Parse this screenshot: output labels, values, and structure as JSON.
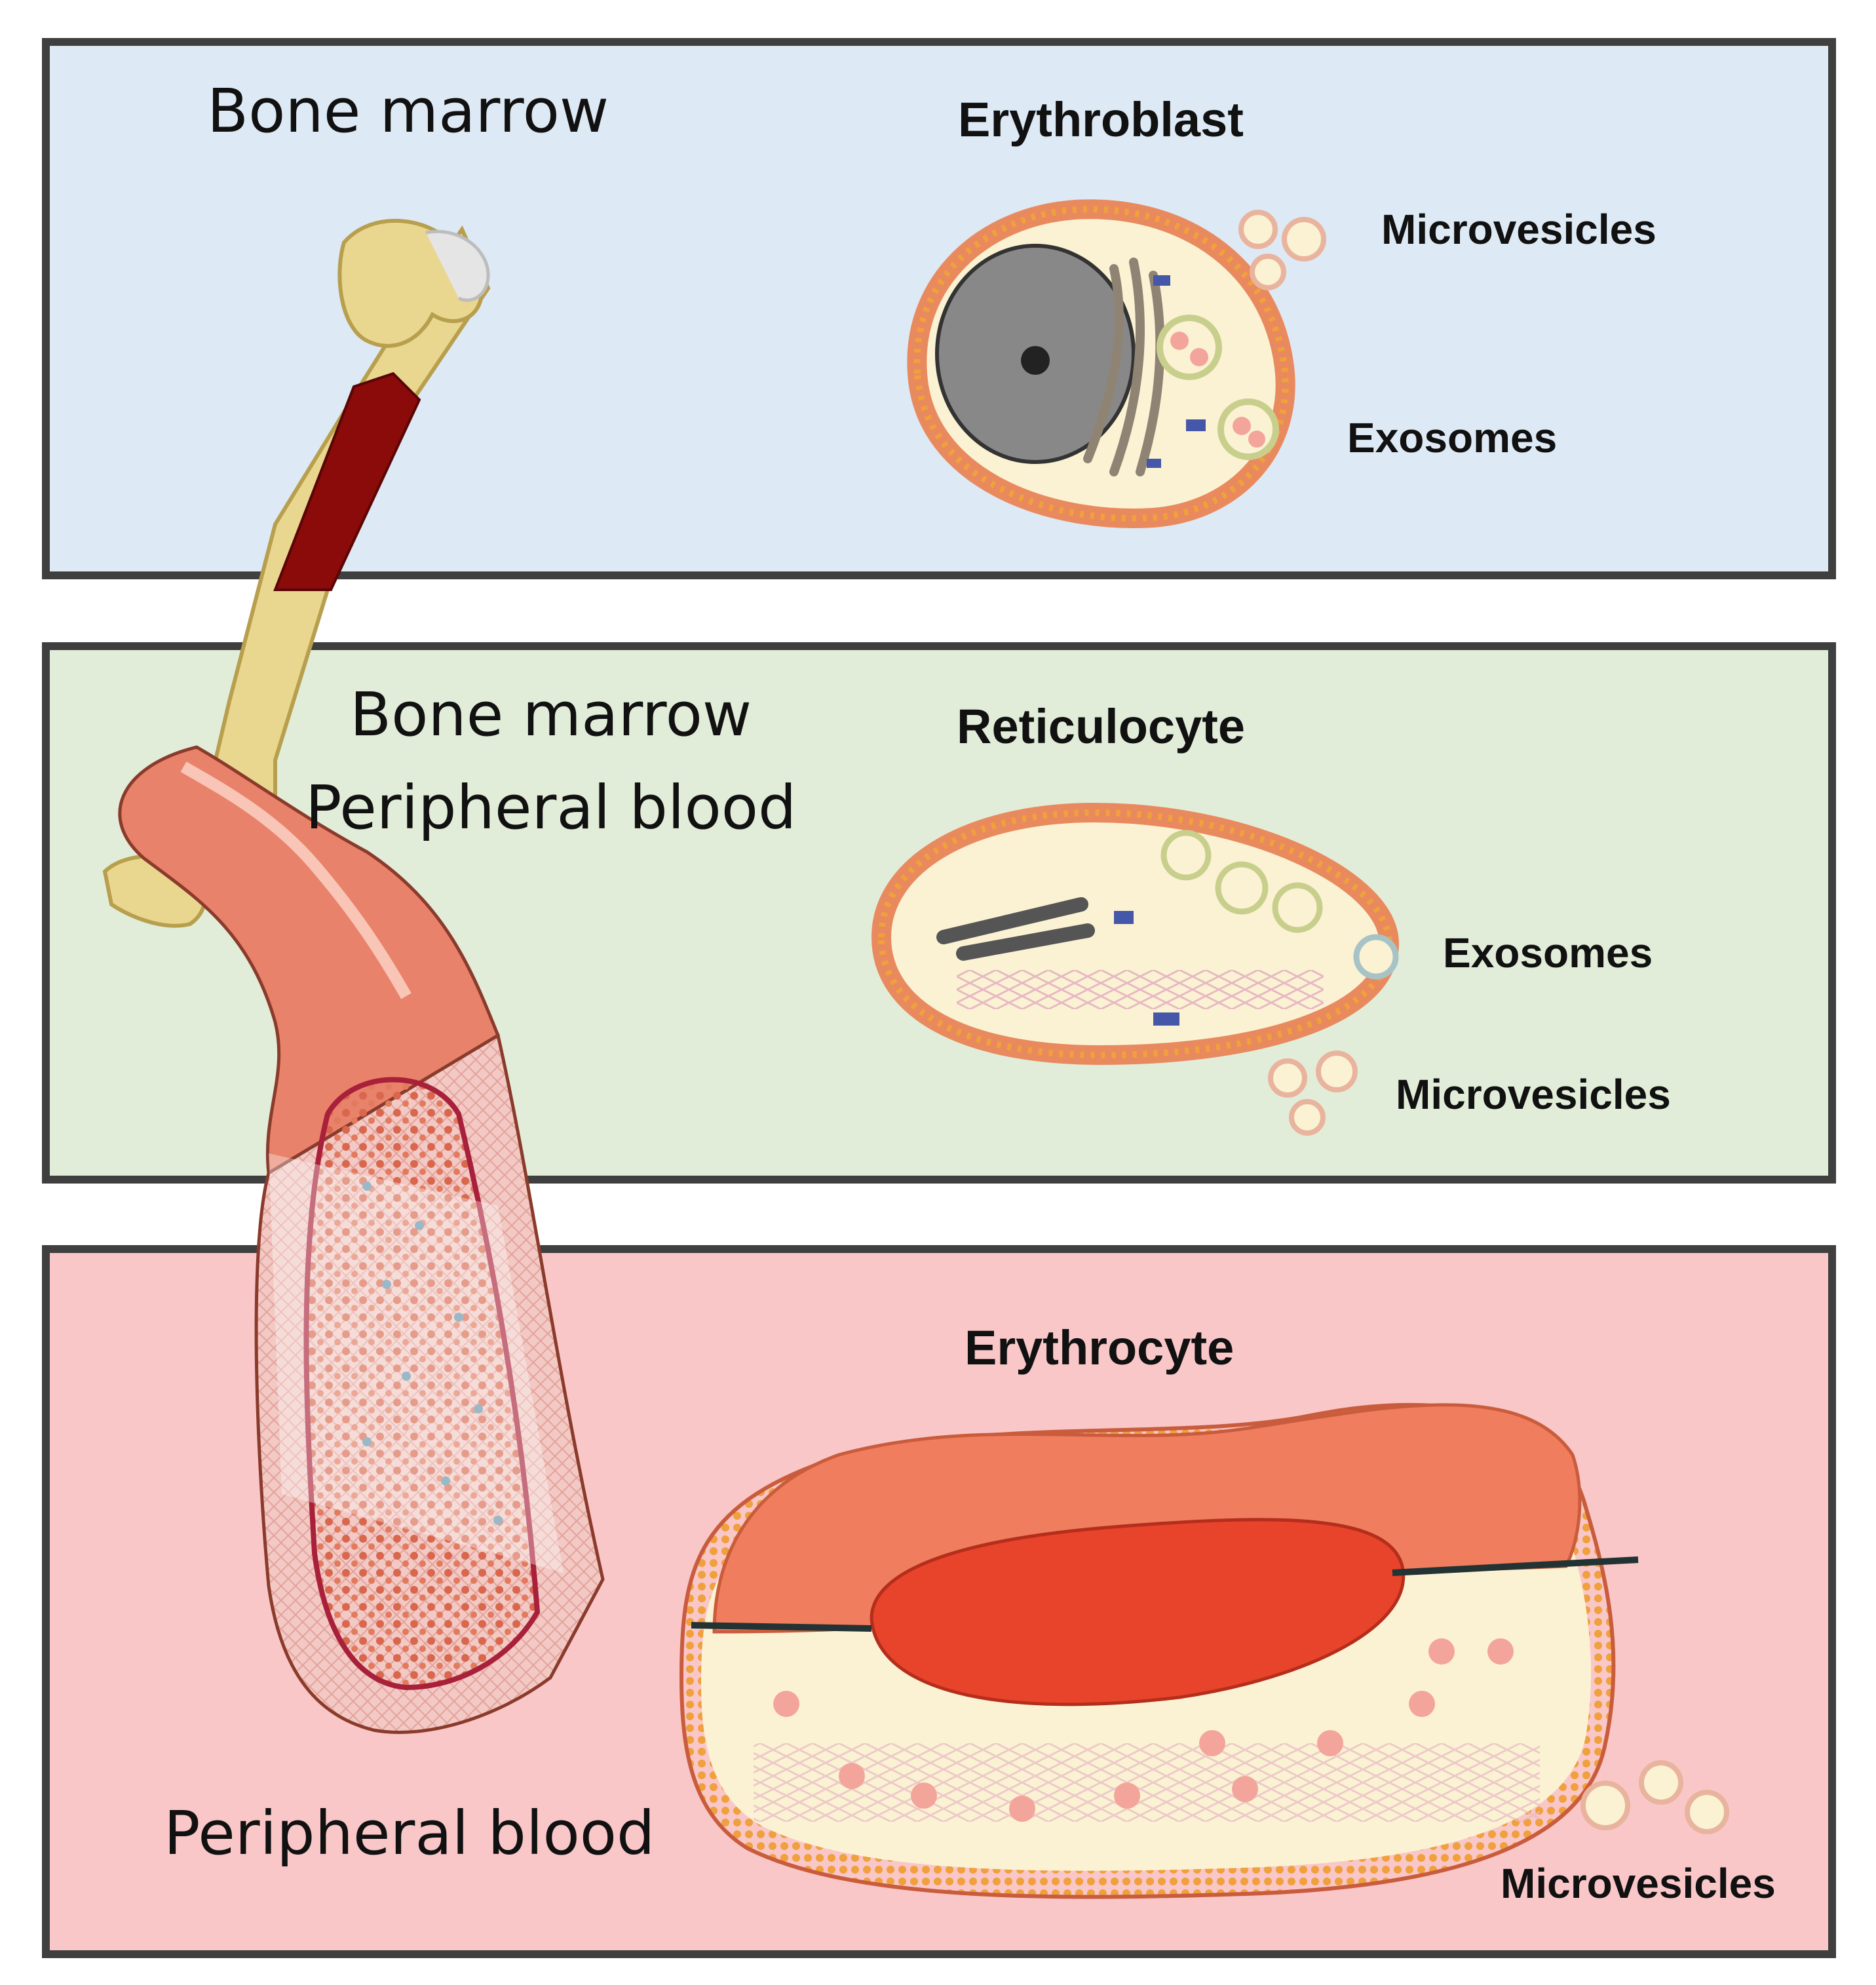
{
  "panels": [
    {
      "location": "Bone marrow",
      "cell": "Erythroblast",
      "vesicles": [
        "Microvesicles",
        "Exosomes"
      ],
      "background": "#dde9f4"
    },
    {
      "location_lines": [
        "Bone marrow",
        "Peripheral blood"
      ],
      "cell": "Reticulocyte",
      "vesicles": [
        "Exosomes",
        "Microvesicles"
      ],
      "background": "#e2edd9"
    },
    {
      "location": "Peripheral blood",
      "cell": "Erythrocyte",
      "vesicles": [
        "Microvesicles"
      ],
      "background": "#f9c7c8"
    }
  ],
  "icons": [
    "bone-icon",
    "blood-vessel-icon",
    "erythroblast-icon",
    "reticulocyte-icon",
    "erythrocyte-icon",
    "exosome-icon",
    "microvesicle-icon"
  ],
  "colors": {
    "border": "#3f3f3f",
    "bone": "#e9d68f",
    "marrow": "#8b0a0a",
    "vessel": "#e8826a",
    "membrane": "#e98a5e",
    "cytoplasm": "#fbf2d4",
    "hemoglobin": "#e8432b"
  }
}
